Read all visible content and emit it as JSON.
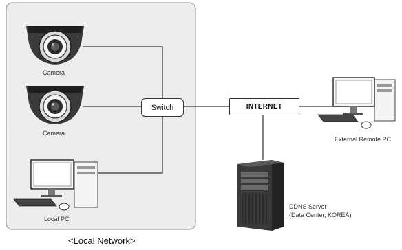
{
  "nodes": {
    "camera_top_label": "Camera",
    "camera_bottom_label": "Camera",
    "local_pc_label": "Local PC",
    "switch_label": "Switch",
    "internet_label": "INTERNET",
    "external_pc_label": "External Remote PC",
    "ddns_label_line1": "DDNS Server",
    "ddns_label_line2": "(Data Center, KOREA)"
  },
  "network_caption": "<Local Network>",
  "colors": {
    "local_network_fill": "#ececec",
    "local_network_border": "#8c8c8c",
    "line": "#333333",
    "device_dark": "#3b3b3b",
    "device_light": "#f4f4f4"
  }
}
